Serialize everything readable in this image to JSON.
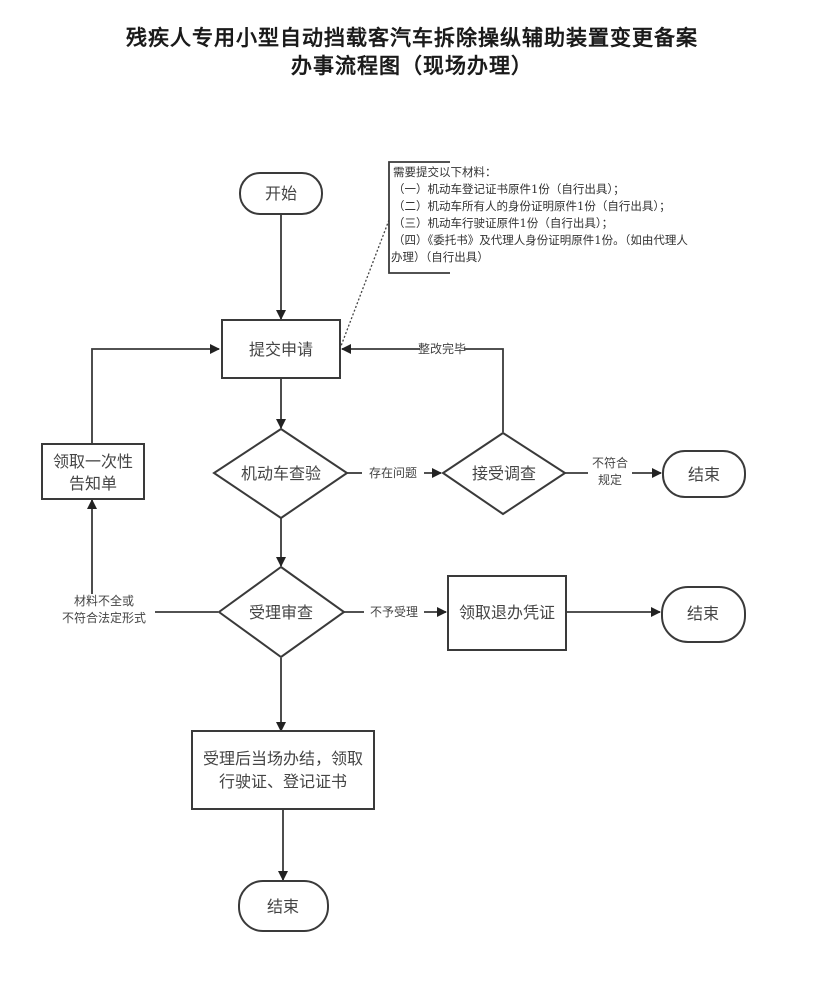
{
  "title": {
    "line1": "残疾人专用小型自动挡载客汽车拆除操纵辅助装置变更备案",
    "line2": "办事流程图（现场办理）"
  },
  "nodes": {
    "start": "开始",
    "submit": "提交申请",
    "inspect": "机动车查验",
    "investigate": "接受调查",
    "end_investigate": "结束",
    "notice": [
      "领取一次性",
      "告知单"
    ],
    "review": "受理审查",
    "withdraw": "领取退办凭证",
    "end_withdraw": "结束",
    "complete": [
      "受理后当场办结，领取",
      "行驶证、登记证书"
    ],
    "end_final": "结束"
  },
  "edges": {
    "rectified": "整改完毕",
    "has_issue": "存在问题",
    "not_compliant": [
      "不符合",
      "规定"
    ],
    "not_accepted": "不予受理",
    "incomplete": [
      "材料不全或",
      "不符合法定形式"
    ]
  },
  "note": {
    "lines": [
      "需要提交以下材料：",
      "（一）机动车登记证书原件1份（自行出具）；",
      "（二）机动车所有人的身份证明原件1份（自行出具）；",
      "（三）机动车行驶证原件1份（自行出具）；",
      "（四）《委托书》及代理人身份证明原件1份。（如由代理人",
      "办理）（自行出具）"
    ]
  }
}
